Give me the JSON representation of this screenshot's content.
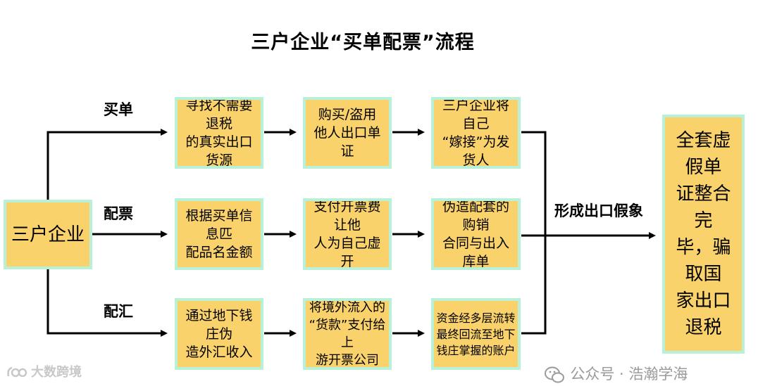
{
  "title": "三户企业“买单配票”流程",
  "start_node": "三户企业",
  "lanes": [
    {
      "label": "买单",
      "steps": [
        "寻找不需要退税\n的真实出口货源",
        "购买/盗用\n他人出口单证",
        "三户企业将自己\n“嫁接”为发货人"
      ]
    },
    {
      "label": "配票",
      "steps": [
        "根据买单信息匹\n配品名金额",
        "支付开票费让他\n人为自己虚开",
        "伪造配套的购销\n合同与出入库单"
      ]
    },
    {
      "label": "配汇",
      "steps": [
        "通过地下钱庄伪\n造外汇收入",
        "将境外流入的\n“货款”支付给上\n游开票公司",
        "资金经多层流转\n最终回流至地下\n钱庄掌握的账户"
      ]
    }
  ],
  "result_label": "形成出口假象",
  "final_node": "全套虚假单\n证整合完\n毕，骗取国\n家出口退税",
  "watermarks": {
    "left": "大数跨境",
    "right": "公众号 · 浩瀚学海"
  },
  "colors": {
    "box_fill": "#f9d26b",
    "box_border": "#b8f0d8",
    "arrow": "#000000",
    "watermark": "#9a9a9a"
  }
}
